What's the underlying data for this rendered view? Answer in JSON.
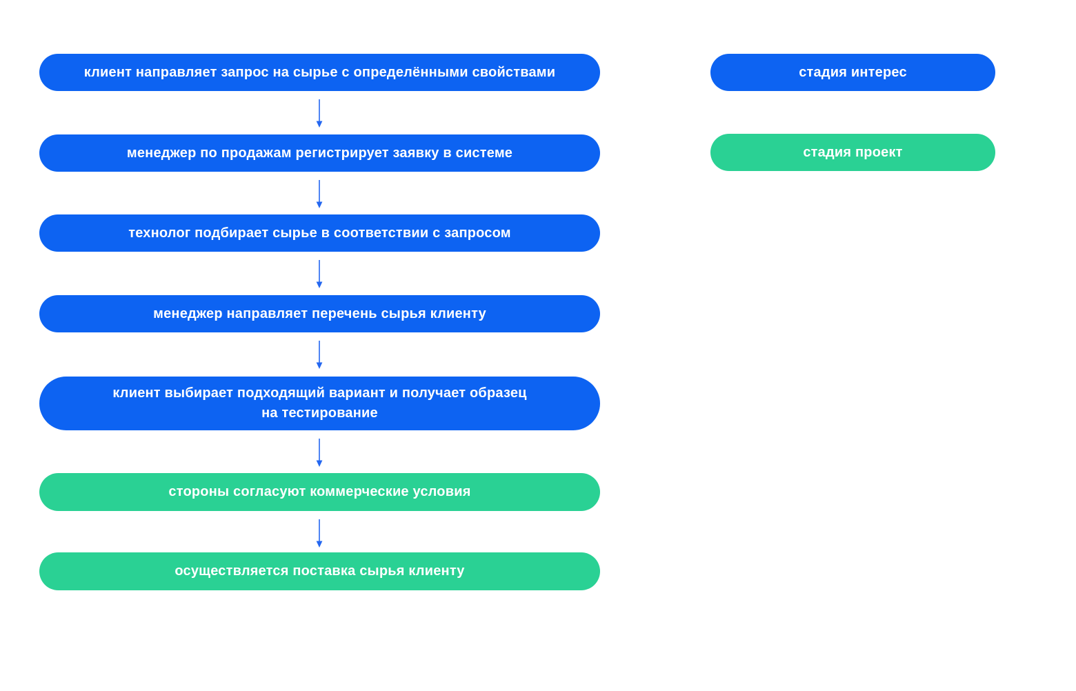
{
  "colors": {
    "stage_interest": "#0d63f2",
    "stage_project": "#2ad194",
    "arrow": "#2467f0",
    "step_text": "#ffffff",
    "background": "#ffffff"
  },
  "flow": {
    "steps": [
      {
        "label": "клиент направляет запрос на сырье с определёнными свойствами",
        "stage": "стадия интерес"
      },
      {
        "label": "менеджер по продажам регистрирует заявку в системе",
        "stage": "стадия интерес"
      },
      {
        "label": "технолог подбирает сырье в соответствии с запросом",
        "stage": "стадия интерес"
      },
      {
        "label": "менеджер направляет перечень сырья клиенту",
        "stage": "стадия интерес"
      },
      {
        "label": "клиент выбирает подходящий вариант и получает образец\nна тестирование",
        "stage": "стадия интерес"
      },
      {
        "label": "стороны согласуют коммерческие условия",
        "stage": "стадия проект"
      },
      {
        "label": "осуществляется поставка сырья клиенту",
        "stage": "стадия проект"
      }
    ]
  },
  "legend": {
    "items": [
      {
        "label": "стадия интерес",
        "stage": "стадия интерес"
      },
      {
        "label": "стадия проект",
        "stage": "стадия проект"
      }
    ]
  }
}
